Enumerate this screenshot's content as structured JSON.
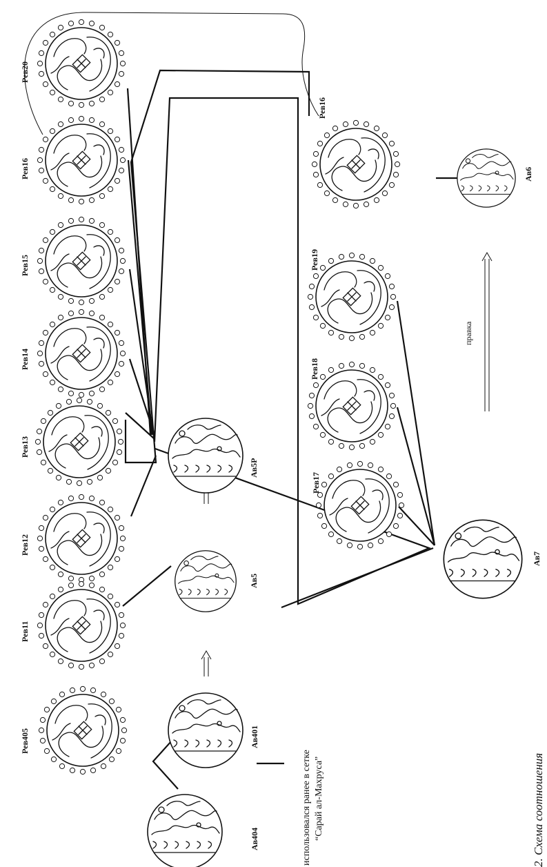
{
  "coins": [
    {
      "id": "rev20",
      "label": "Рев20",
      "kind": "reverse"
    },
    {
      "id": "rev16a",
      "label": "Рев16",
      "kind": "reverse"
    },
    {
      "id": "rev15",
      "label": "Рев15",
      "kind": "reverse"
    },
    {
      "id": "rev14",
      "label": "Рев14",
      "kind": "reverse"
    },
    {
      "id": "rev13",
      "label": "Рев13",
      "kind": "reverse"
    },
    {
      "id": "rev12",
      "label": "Рев12",
      "kind": "reverse"
    },
    {
      "id": "rev11",
      "label": "Рев11",
      "kind": "reverse"
    },
    {
      "id": "rev405",
      "label": "Рев405",
      "kind": "reverse"
    },
    {
      "id": "av404",
      "label": "Ав404",
      "kind": "obverse"
    },
    {
      "id": "av401",
      "label": "Ав401",
      "kind": "obverse"
    },
    {
      "id": "av5",
      "label": "Ав5",
      "kind": "obverse"
    },
    {
      "id": "av5p",
      "label": "Ав5Р",
      "kind": "obverse"
    },
    {
      "id": "rev16b",
      "label": "Рев16",
      "kind": "reverse"
    },
    {
      "id": "rev19",
      "label": "Рев19",
      "kind": "reverse"
    },
    {
      "id": "rev18",
      "label": "Рев18",
      "kind": "reverse"
    },
    {
      "id": "rev17",
      "label": "Рев17",
      "kind": "reverse"
    },
    {
      "id": "av7",
      "label": "Ав7",
      "kind": "obverse"
    },
    {
      "id": "av6",
      "label": "Ав6",
      "kind": "obverse"
    }
  ],
  "notes": {
    "line1": "использовался ранее в сетке",
    "line2": "“Сарай ал-Махруса”"
  },
  "arrow_label": "правка",
  "caption": "2. Схема соотношения"
}
